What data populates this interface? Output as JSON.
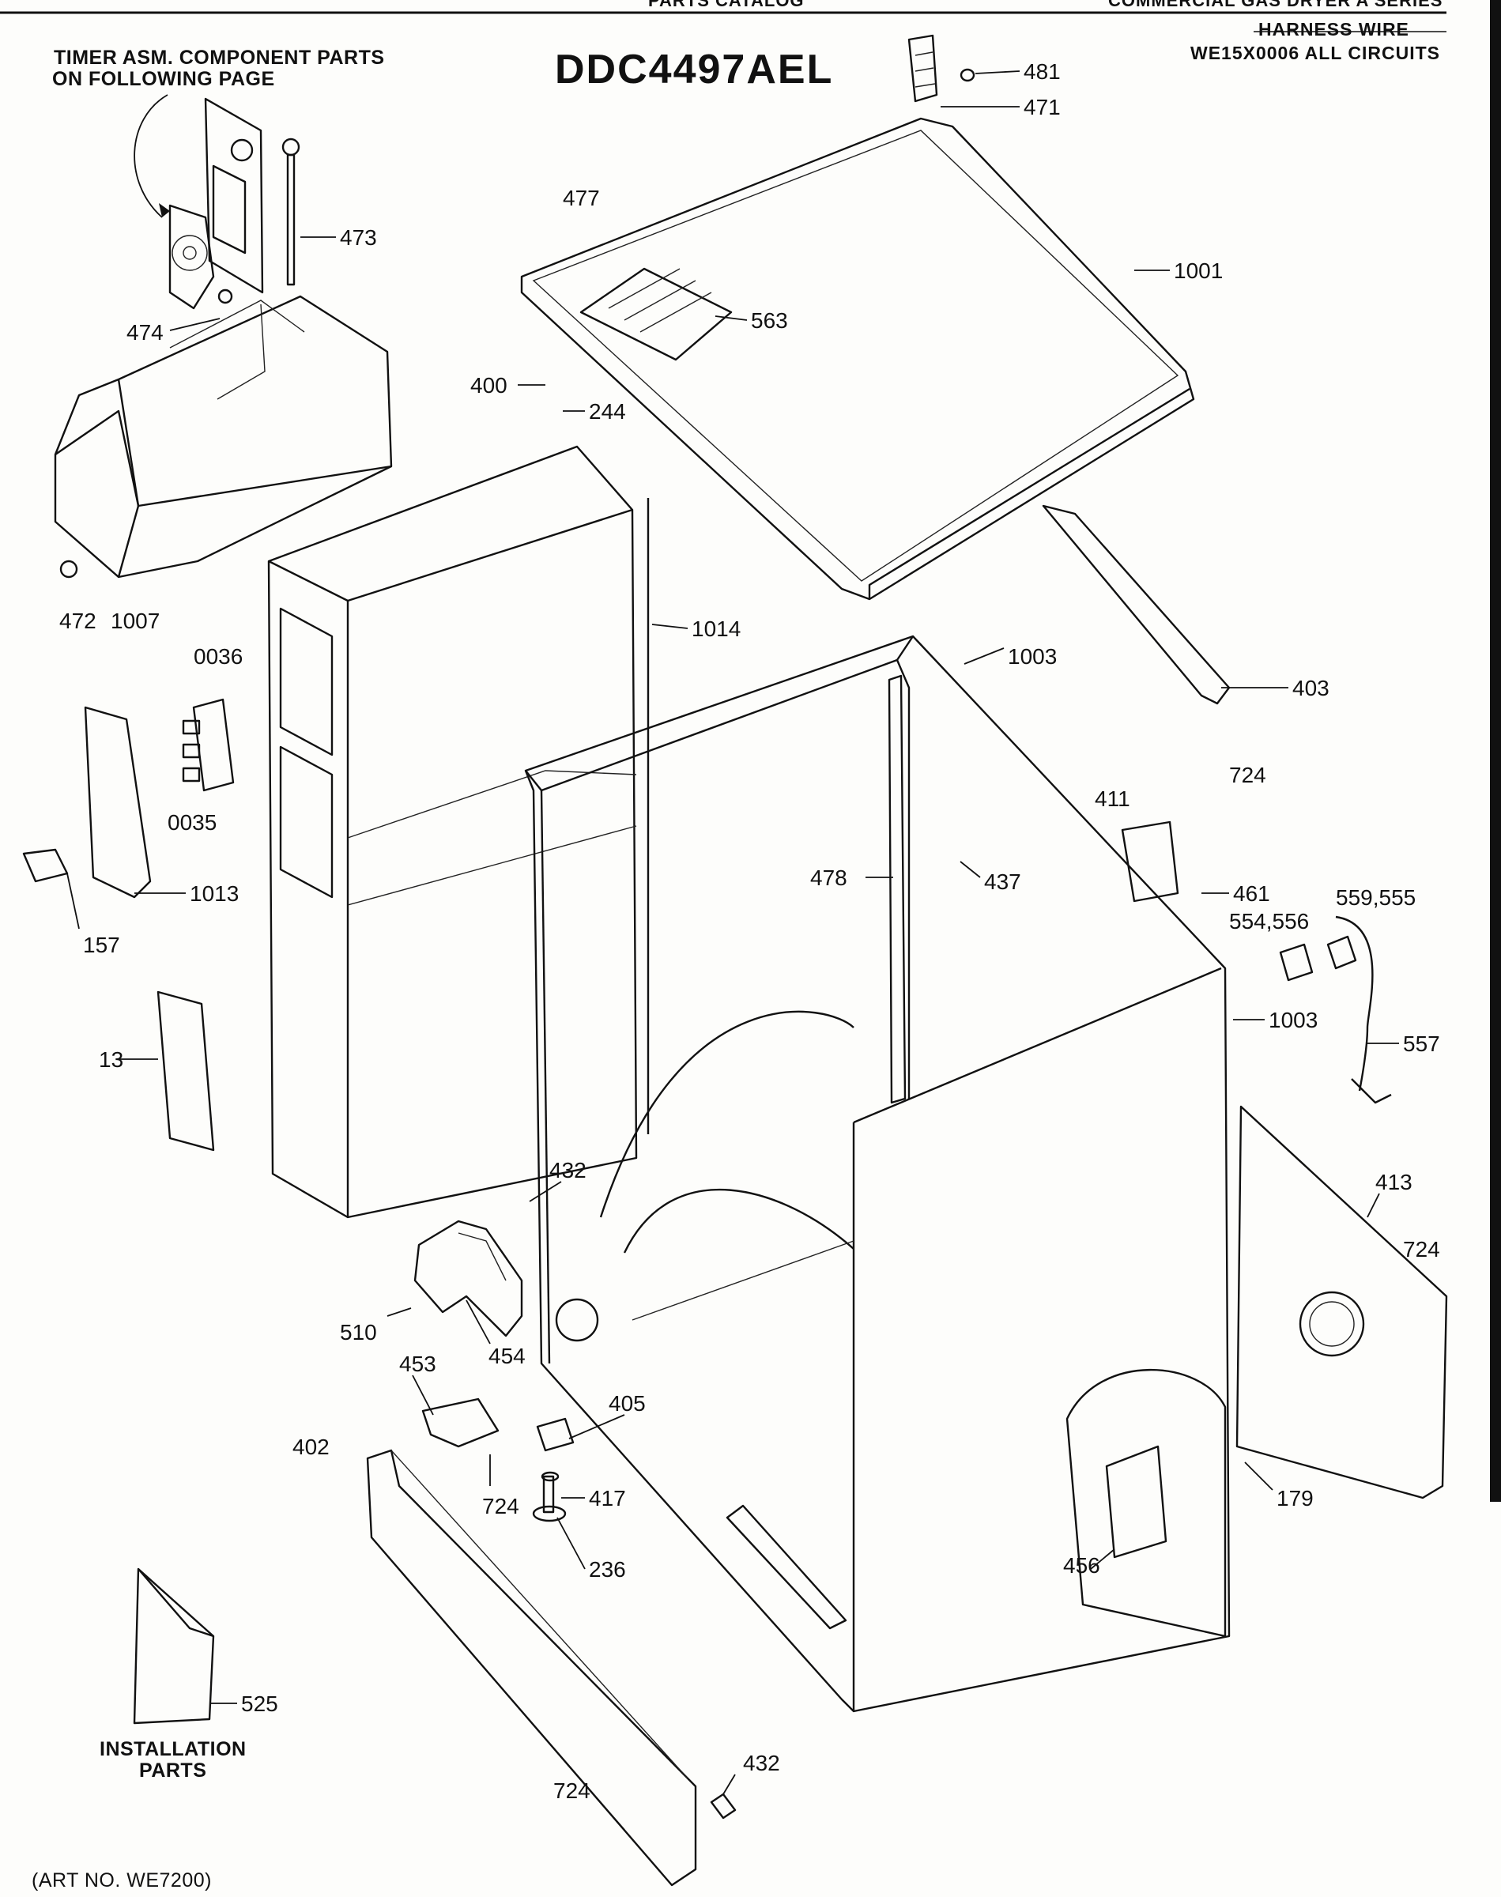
{
  "header": {
    "center_title": "PARTS CATALOG",
    "series_title": "COMMERCIAL GAS DRYER A SERIES",
    "harness_line1": "HARNESS WIRE",
    "harness_line2": "WE15X0006 ALL CIRCUITS",
    "model": "DDC4497AEL"
  },
  "notes": {
    "timer_line1": "TIMER ASM. COMPONENT PARTS",
    "timer_line2": "ON FOLLOWING PAGE",
    "install_line1": "INSTALLATION",
    "install_line2": "PARTS",
    "art_number": "(ART NO. WE7200)"
  },
  "callouts": [
    {
      "id": "c481",
      "text": "481"
    },
    {
      "id": "c471",
      "text": "471"
    },
    {
      "id": "c473",
      "text": "473"
    },
    {
      "id": "c477",
      "text": "477"
    },
    {
      "id": "c1001",
      "text": "1001"
    },
    {
      "id": "c563",
      "text": "563"
    },
    {
      "id": "c474",
      "text": "474"
    },
    {
      "id": "c400",
      "text": "400"
    },
    {
      "id": "c244",
      "text": "244"
    },
    {
      "id": "c472",
      "text": "472"
    },
    {
      "id": "c1007",
      "text": "1007"
    },
    {
      "id": "c1014",
      "text": "1014"
    },
    {
      "id": "c0036",
      "text": "0036"
    },
    {
      "id": "c0035",
      "text": "0035"
    },
    {
      "id": "c1013",
      "text": "1013"
    },
    {
      "id": "c157",
      "text": "157"
    },
    {
      "id": "c13",
      "text": "13"
    },
    {
      "id": "c1003a",
      "text": "1003"
    },
    {
      "id": "c403",
      "text": "403"
    },
    {
      "id": "c724a",
      "text": "724"
    },
    {
      "id": "c411",
      "text": "411"
    },
    {
      "id": "c437",
      "text": "437"
    },
    {
      "id": "c478",
      "text": "478"
    },
    {
      "id": "c461",
      "text": "461"
    },
    {
      "id": "c559",
      "text": "559,555"
    },
    {
      "id": "c554",
      "text": "554,556"
    },
    {
      "id": "c1003b",
      "text": "1003"
    },
    {
      "id": "c557",
      "text": "557"
    },
    {
      "id": "c432a",
      "text": "432"
    },
    {
      "id": "c413",
      "text": "413"
    },
    {
      "id": "c724b",
      "text": "724"
    },
    {
      "id": "c510",
      "text": "510"
    },
    {
      "id": "c454",
      "text": "454"
    },
    {
      "id": "c453",
      "text": "453"
    },
    {
      "id": "c405",
      "text": "405"
    },
    {
      "id": "c402",
      "text": "402"
    },
    {
      "id": "c724c",
      "text": "724"
    },
    {
      "id": "c417",
      "text": "417"
    },
    {
      "id": "c236",
      "text": "236"
    },
    {
      "id": "c179",
      "text": "179"
    },
    {
      "id": "c456",
      "text": "456"
    },
    {
      "id": "c525",
      "text": "525"
    },
    {
      "id": "c432b",
      "text": "432"
    },
    {
      "id": "c724d",
      "text": "724"
    }
  ]
}
